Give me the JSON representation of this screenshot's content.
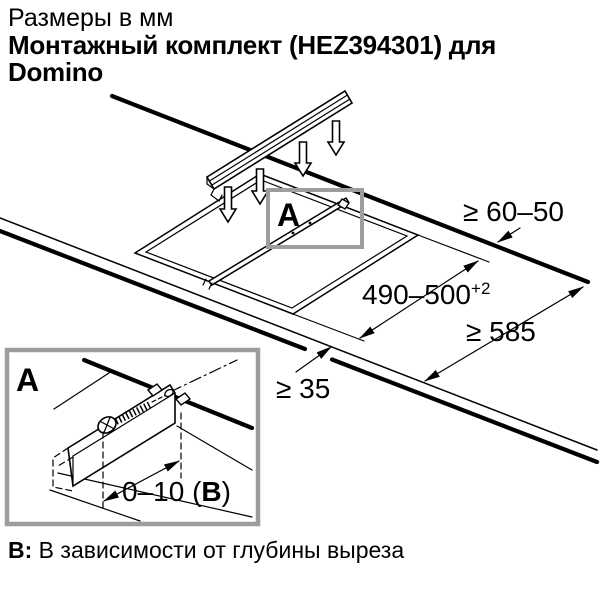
{
  "header": {
    "subtitle": "Размеры в мм",
    "title_line1": "Монтажный комплект (HEZ394301) для",
    "title_line2": "Domino"
  },
  "diagram": {
    "detail_label": "A",
    "dims": {
      "wall_clearance": "≥ 60–50",
      "cutout_width": "490–500",
      "cutout_width_tolerance": "+2",
      "worktop_depth": "≥ 585",
      "front_clearance": "≥ 35"
    }
  },
  "detail": {
    "label": "A",
    "dim_prefix": "0–10 (",
    "dim_ref": "B",
    "dim_suffix": ")"
  },
  "footnote": {
    "ref": "B:",
    "text": " В зависимости от глубины выреза"
  },
  "colors": {
    "ink": "#000000",
    "frame_gray": "#9d9d9d",
    "background": "#ffffff"
  }
}
